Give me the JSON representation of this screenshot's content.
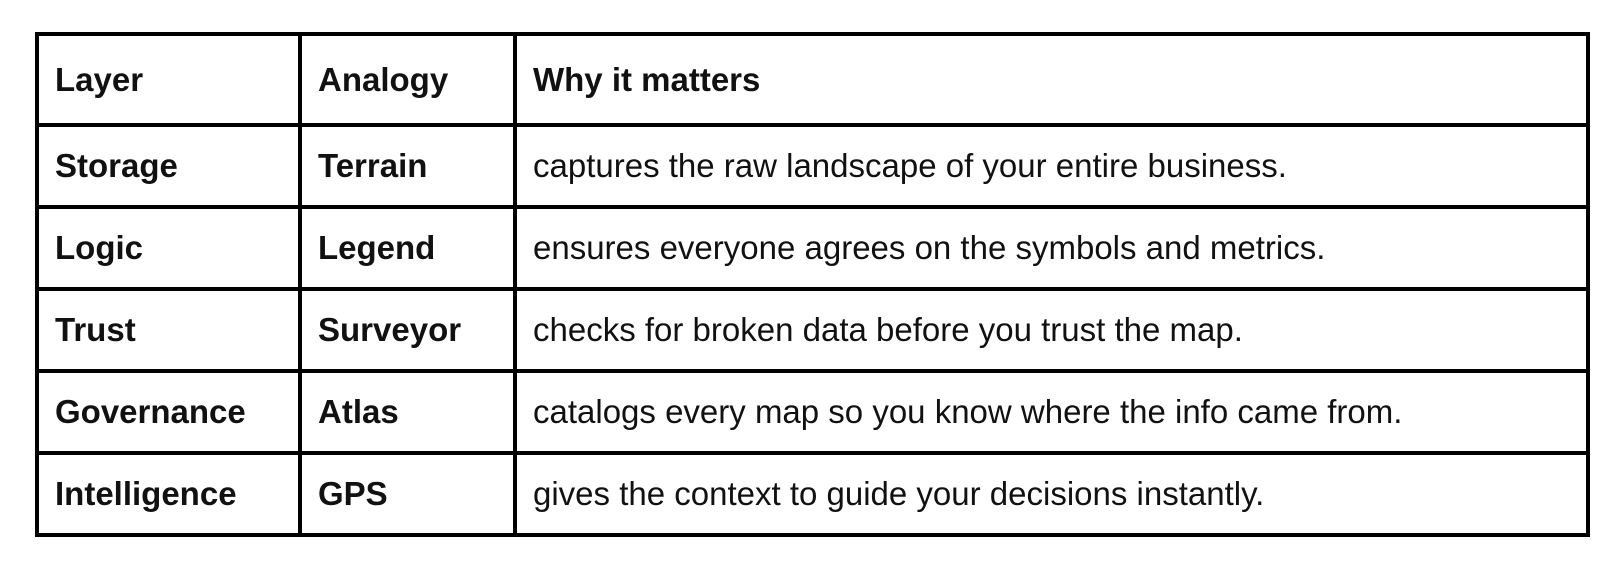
{
  "table": {
    "columns": {
      "layer": "Layer",
      "analogy": "Analogy",
      "why": "Why it matters"
    },
    "rows": [
      {
        "layer": "Storage",
        "analogy": "Terrain",
        "why": "captures the raw landscape of your entire business."
      },
      {
        "layer": "Logic",
        "analogy": "Legend",
        "why": "ensures everyone agrees on the symbols and metrics."
      },
      {
        "layer": "Trust",
        "analogy": "Surveyor",
        "why": "checks for broken data before you trust the map."
      },
      {
        "layer": "Governance",
        "analogy": "Atlas",
        "why": "catalogs every map so you know where the info came from."
      },
      {
        "layer": "Intelligence",
        "analogy": "GPS",
        "why": "gives the context to guide your decisions instantly."
      }
    ],
    "colors": {
      "border": "#000000",
      "text": "#111111",
      "background": "#ffffff"
    }
  }
}
